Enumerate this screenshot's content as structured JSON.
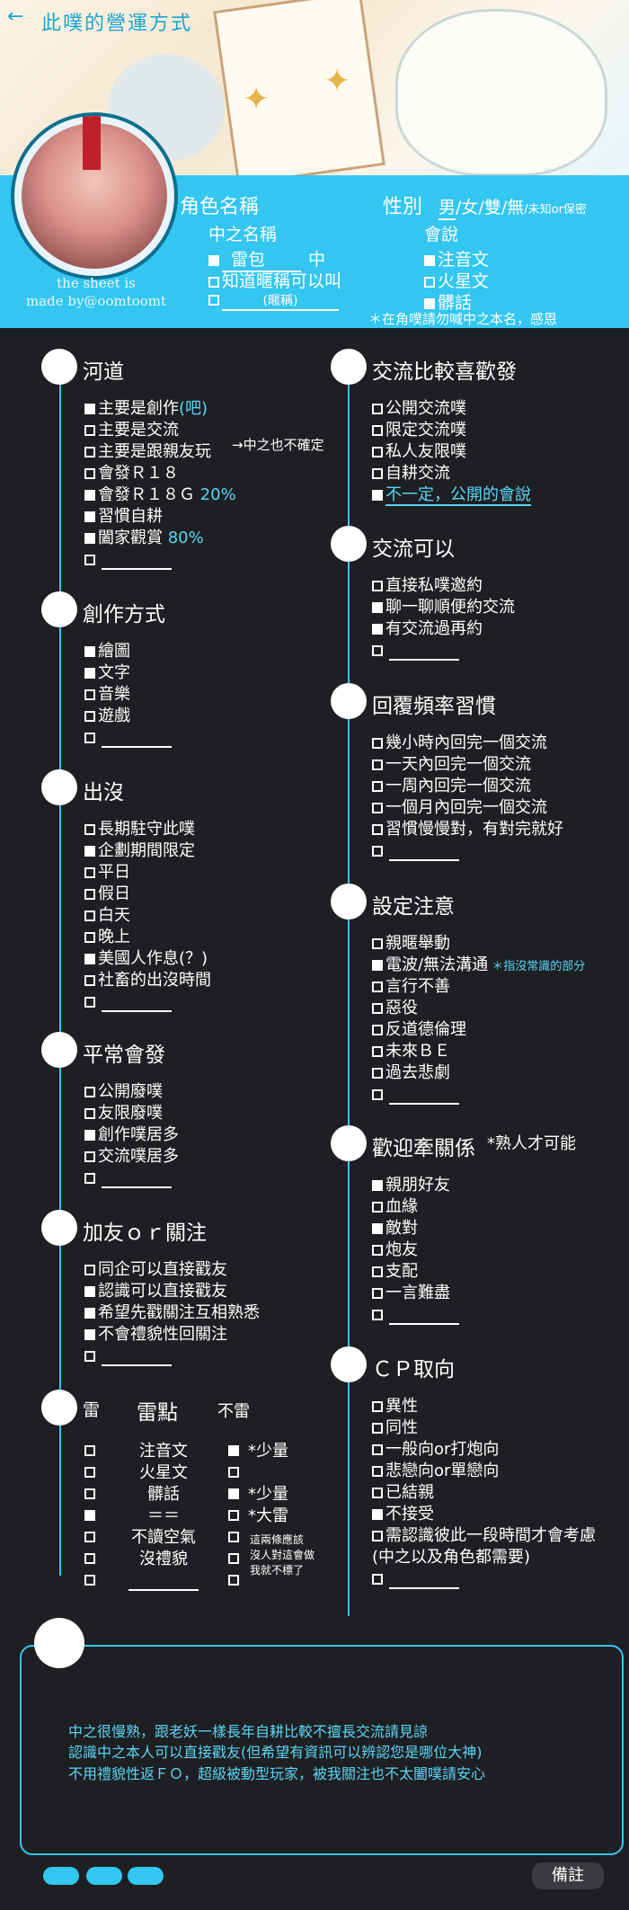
{
  "header": {
    "back_glyph": "←",
    "title": "此噗的營運方式"
  },
  "credit": [
    "the sheet is",
    "made by@oomtoomt"
  ],
  "profile": {
    "char_name_label": "角色名稱",
    "gender_label": "性別",
    "gender_options": [
      "男",
      "/女",
      "/雙",
      "/無",
      "/未知or保密"
    ],
    "nakanohito_label": "中之名稱",
    "nakanohito_value": "雷包",
    "nakanohito_suffix": "中",
    "nickname_ok": "知道暱稱可以叫",
    "nickname_hint": "(暱稱)",
    "speak_label": "會說",
    "speak_items": [
      "注音文",
      "火星文",
      "髒話"
    ],
    "notice": "＊在角噗請勿喊中之本名，感恩"
  },
  "left_sections": [
    {
      "title": "河道",
      "items": [
        {
          "c": true,
          "text": "主要是創作",
          "extra": "(吧)"
        },
        {
          "c": false,
          "text": "主要是交流",
          "extra": ""
        },
        {
          "c": false,
          "text": "主要是跟親友玩",
          "extra": ""
        },
        {
          "c": false,
          "text": "會發Ｒ１８",
          "extra": ""
        },
        {
          "c": true,
          "text": "會發Ｒ１８Ｇ",
          "extra": " 20%"
        },
        {
          "c": true,
          "text": "習慣自耕",
          "extra": ""
        },
        {
          "c": true,
          "text": "闔家觀賞",
          "extra": " 80%"
        },
        {
          "c": false,
          "text": "",
          "extra": ""
        }
      ],
      "side_note": "→中之也不確定"
    },
    {
      "title": "創作方式",
      "items": [
        {
          "c": true,
          "text": "繪圖"
        },
        {
          "c": true,
          "text": "文字"
        },
        {
          "c": false,
          "text": "音樂"
        },
        {
          "c": false,
          "text": "遊戲"
        },
        {
          "c": false,
          "text": ""
        }
      ]
    },
    {
      "title": "出沒",
      "items": [
        {
          "c": false,
          "text": "長期駐守此噗"
        },
        {
          "c": true,
          "text": "企劃期間限定"
        },
        {
          "c": false,
          "text": "平日"
        },
        {
          "c": false,
          "text": "假日"
        },
        {
          "c": false,
          "text": "白天"
        },
        {
          "c": false,
          "text": "晚上"
        },
        {
          "c": true,
          "text": "美國人作息(？)"
        },
        {
          "c": false,
          "text": "社畜的出沒時間"
        },
        {
          "c": false,
          "text": ""
        }
      ]
    },
    {
      "title": "平常會發",
      "items": [
        {
          "c": false,
          "text": "公開廢噗"
        },
        {
          "c": false,
          "text": "友限廢噗"
        },
        {
          "c": true,
          "text": "創作噗居多"
        },
        {
          "c": false,
          "text": "交流噗居多"
        },
        {
          "c": false,
          "text": ""
        }
      ]
    },
    {
      "title": "加友ｏｒ關注",
      "items": [
        {
          "c": false,
          "text": "同企可以直接戳友"
        },
        {
          "c": true,
          "text": "認識可以直接戳友"
        },
        {
          "c": true,
          "text": "希望先戳關注互相熟悉"
        },
        {
          "c": true,
          "text": "不會禮貌性回關注"
        },
        {
          "c": false,
          "text": ""
        }
      ]
    }
  ],
  "mine": {
    "title": "雷",
    "mid": "雷點",
    "right": "不雷",
    "rows": [
      {
        "l": false,
        "label": "注音文",
        "r": true,
        "note": "*少量"
      },
      {
        "l": false,
        "label": "火星文",
        "r": false,
        "note": ""
      },
      {
        "l": false,
        "label": "髒話",
        "r": true,
        "note": "*少量"
      },
      {
        "l": true,
        "label": "＝＝",
        "r": false,
        "note": "*大雷"
      },
      {
        "l": false,
        "label": "不讀空氣",
        "r": false,
        "note": ""
      },
      {
        "l": false,
        "label": "沒禮貌",
        "r": false,
        "note": ""
      },
      {
        "l": false,
        "label": "",
        "r": false,
        "note": ""
      }
    ],
    "side_note": [
      "這兩條應該",
      "沒人對這會做",
      "我就不標了"
    ]
  },
  "right_sections": [
    {
      "title": "交流比較喜歡發",
      "items": [
        {
          "c": false,
          "text": "公開交流噗"
        },
        {
          "c": false,
          "text": "限定交流噗"
        },
        {
          "c": false,
          "text": "私人友限噗"
        },
        {
          "c": false,
          "text": "自耕交流"
        },
        {
          "c": true,
          "text": "",
          "extra": "不一定，公開的會說"
        }
      ]
    },
    {
      "title": "交流可以",
      "items": [
        {
          "c": false,
          "text": "直接私噗邀約"
        },
        {
          "c": true,
          "text": "聊一聊順便約交流"
        },
        {
          "c": true,
          "text": "有交流過再約"
        },
        {
          "c": false,
          "text": ""
        }
      ]
    },
    {
      "title": "回覆頻率習慣",
      "items": [
        {
          "c": false,
          "text": "幾小時內回完一個交流"
        },
        {
          "c": false,
          "text": "一天內回完一個交流"
        },
        {
          "c": false,
          "text": "一周內回完一個交流",
          "dash": true
        },
        {
          "c": false,
          "text": "一個月內回完一個交流"
        },
        {
          "c": false,
          "text": "習慣慢慢對，有對完就好"
        },
        {
          "c": false,
          "text": ""
        }
      ]
    },
    {
      "title": "設定注意",
      "items": [
        {
          "c": false,
          "text": "親暱舉動"
        },
        {
          "c": true,
          "text": "電波/無法溝通",
          "extra": " ＊指沒常識的部分"
        },
        {
          "c": false,
          "text": "言行不善"
        },
        {
          "c": false,
          "text": "惡役"
        },
        {
          "c": false,
          "text": "反道德倫理"
        },
        {
          "c": false,
          "text": "未來ＢＥ"
        },
        {
          "c": false,
          "text": "過去悲劇"
        },
        {
          "c": false,
          "text": ""
        }
      ]
    },
    {
      "title": "歡迎牽關係",
      "title_note": "*熟人才可能",
      "items": [
        {
          "c": true,
          "text": "親朋好友"
        },
        {
          "c": false,
          "text": "血緣"
        },
        {
          "c": true,
          "text": "敵對"
        },
        {
          "c": false,
          "text": "炮友"
        },
        {
          "c": false,
          "text": "支配"
        },
        {
          "c": false,
          "text": "一言難盡"
        },
        {
          "c": false,
          "text": ""
        }
      ]
    },
    {
      "title": "ＣＰ取向",
      "items": [
        {
          "c": false,
          "text": "異性"
        },
        {
          "c": false,
          "text": "同性"
        },
        {
          "c": false,
          "text": "一般向or打炮向"
        },
        {
          "c": false,
          "text": "悲戀向or單戀向"
        },
        {
          "c": false,
          "text": "已結親"
        },
        {
          "c": true,
          "text": "不接受"
        },
        {
          "c": false,
          "text": "需認識彼此一段時間才會考慮"
        },
        {
          "c": null,
          "text": "(中之以及角色都需要)"
        },
        {
          "c": false,
          "text": ""
        }
      ]
    }
  ],
  "notes": [
    "中之很慢熟，跟老妖一樣長年自耕比較不擅長交流請見諒",
    "認識中之本人可以直接戳友(但希望有資訊可以辨認您是哪位大神)",
    "不用禮貌性返ＦＯ，超級被動型玩家，被我關注也不太闔噗請安心"
  ],
  "memo_label": "備註",
  "colors": {
    "accent": "#33c6f0",
    "bg": "#1e1f22",
    "note_text": "#5ad6f5"
  }
}
